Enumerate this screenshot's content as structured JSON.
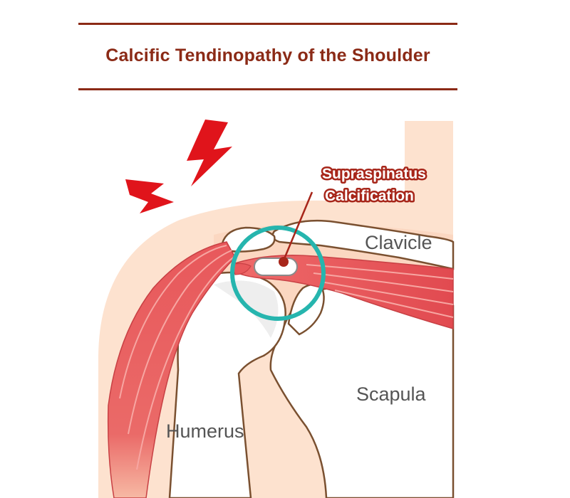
{
  "header": {
    "title": "Calcific Tendinopathy of the Shoulder"
  },
  "labels": {
    "clavicle": "Clavicle",
    "scapula": "Scapula",
    "humerus": "Humerus",
    "callout_line1": "Supraspinatus",
    "callout_line2": "Calcification"
  },
  "colors": {
    "title": "#8b2a16",
    "skin": "#fde2cf",
    "muscle": "#e8585b",
    "bone": "#ffffff",
    "bone_outline": "#7a5030",
    "highlight_ring": "#26b5ae",
    "pain_bolt": "#e0141b",
    "callout_text_outline": "#a7261a"
  },
  "icons": [
    "pain-lightning-icon",
    "highlight-circle",
    "calcification-marker"
  ]
}
